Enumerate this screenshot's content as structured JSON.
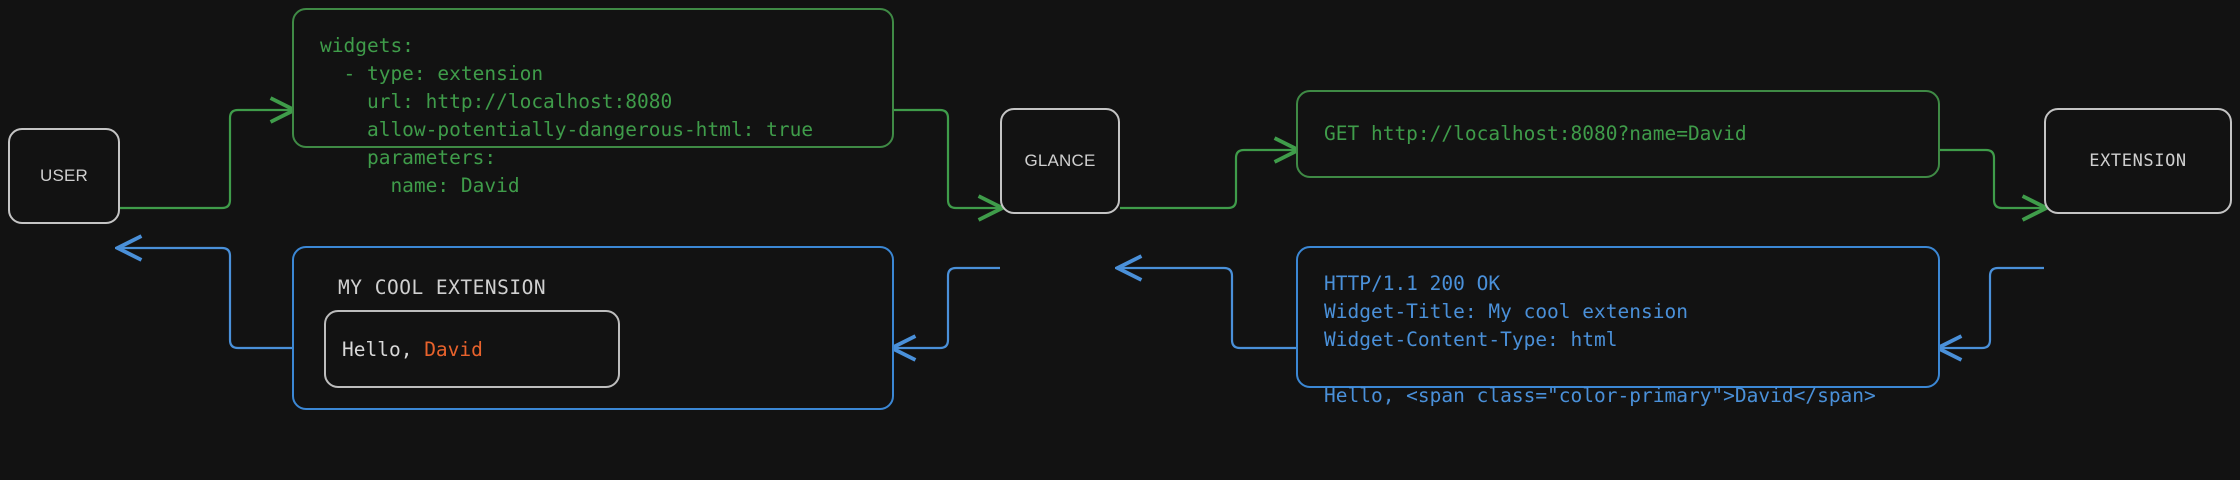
{
  "theme": {
    "background": "#121212",
    "request_color": "#3f9c4a",
    "response_color": "#4a90d9",
    "actor_border": "#c4c4c4",
    "actor_text": "#cfcfcf",
    "accent_color": "#e8622c",
    "card_border": "#bdbdbd"
  },
  "nodes": {
    "user": {
      "label": "USER"
    },
    "glance": {
      "label": "GLANCE"
    },
    "extension": {
      "label": "EXTENSION"
    },
    "config": {
      "text": "widgets:\n  - type: extension\n    url: http://localhost:8080\n    allow-potentially-dangerous-html: true\n    parameters:\n      name: David"
    },
    "request": {
      "text": "GET http://localhost:8080?name=David"
    },
    "response": {
      "text": "HTTP/1.1 200 OK\nWidget-Title: My cool extension\nWidget-Content-Type: html\n\nHello, <span class=\"color-primary\">David</span>"
    },
    "widget_preview": {
      "title": "MY COOL EXTENSION",
      "greeting_prefix": "Hello, ",
      "greeting_name": "David"
    }
  }
}
